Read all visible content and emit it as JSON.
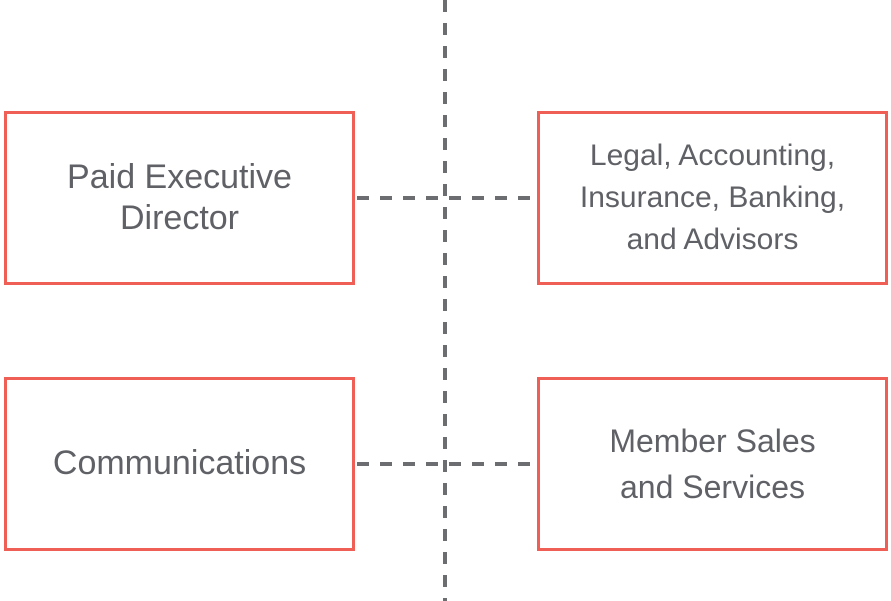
{
  "colors": {
    "box_border": "#ef5f55",
    "box_text": "#5f6166",
    "connector": "#6b6d71",
    "background": "#ffffff"
  },
  "nodes": [
    {
      "id": "executive",
      "label": "Paid Executive\nDirector"
    },
    {
      "id": "legal",
      "label": "Legal, Accounting,\nInsurance, Banking,\nand Advisors"
    },
    {
      "id": "communications",
      "label": "Communications"
    },
    {
      "id": "member",
      "label": "Member Sales\nand Services"
    }
  ],
  "edges": [
    {
      "from": "executive",
      "to": "legal",
      "style": "dashed"
    },
    {
      "from": "communications",
      "to": "member",
      "style": "dashed"
    }
  ],
  "central_line": {
    "style": "dashed",
    "orientation": "vertical"
  }
}
